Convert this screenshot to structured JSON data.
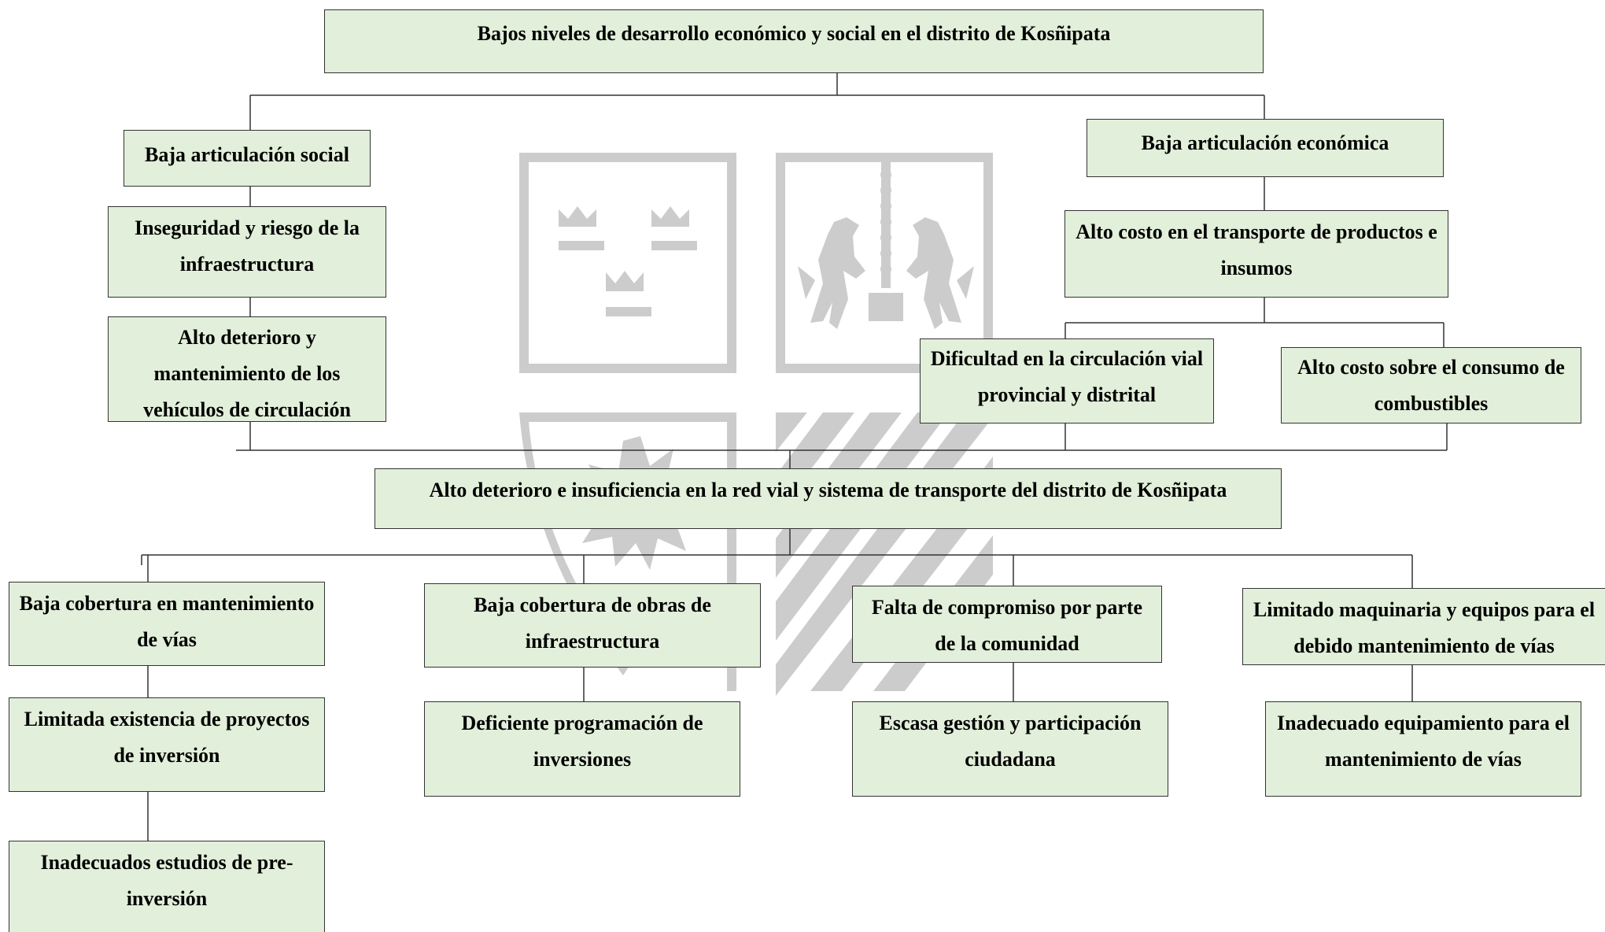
{
  "colors": {
    "box_fill": "#e2efda",
    "box_border": "#333333",
    "connector": "#333333",
    "watermark": "#cccccc"
  },
  "watermark": {
    "icon": "university-crest-watermark",
    "elements": [
      "three-crowns",
      "two-bears-with-chain",
      "star-burst",
      "diagonal-stripes"
    ]
  },
  "diagram": {
    "main_effect": "Bajos niveles de desarrollo económico y social en el distrito de Kosñipata",
    "social": {
      "title": "Baja articulación social",
      "effect_1": "Inseguridad y riesgo de la infraestructura",
      "effect_2": "Alto deterioro y mantenimiento de los vehículos de circulación"
    },
    "economic": {
      "title": "Baja articulación económica",
      "effect_1": "Alto costo en el transporte de productos e insumos",
      "effect_2a": "Dificultad en la circulación vial provincial y distrital",
      "effect_2b": "Alto costo sobre el consumo de combustibles"
    },
    "central_problem": "Alto deterioro e insuficiencia en la red vial y sistema de transporte del distrito de Kosñipata",
    "causes": [
      {
        "title": "Baja cobertura en mantenimiento de vías",
        "sub_1": "Limitada existencia de proyectos de inversión",
        "sub_2": "Inadecuados estudios de pre-inversión"
      },
      {
        "title": "Baja cobertura de obras de infraestructura",
        "sub_1": "Deficiente programación de inversiones"
      },
      {
        "title": "Falta de compromiso por parte de la comunidad",
        "sub_1": "Escasa gestión y participación ciudadana"
      },
      {
        "title": "Limitado maquinaria y equipos para el debido mantenimiento de vías",
        "sub_1": "Inadecuado equipamiento para el mantenimiento de vías"
      }
    ]
  }
}
